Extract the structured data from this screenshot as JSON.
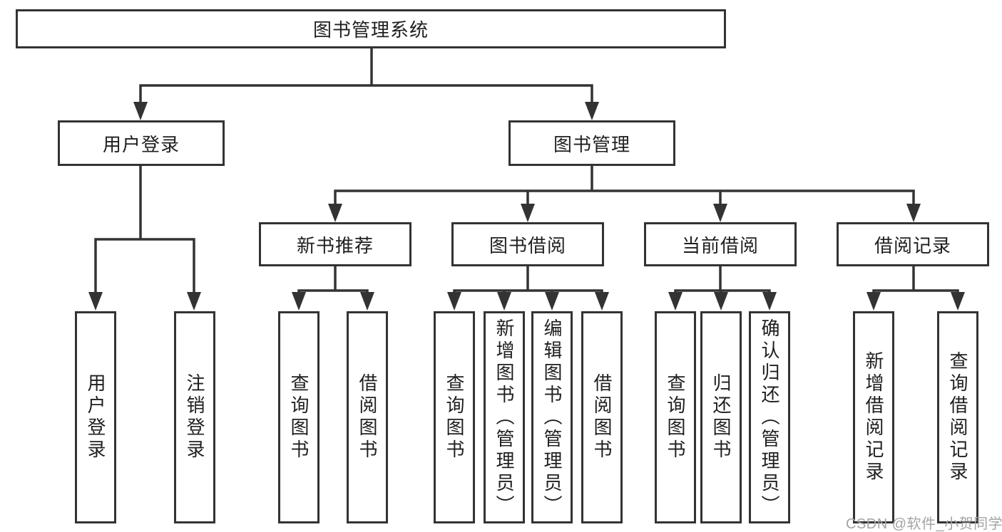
{
  "diagram": {
    "root": "图书管理系统",
    "branches": [
      {
        "label": "用户登录",
        "children": [
          "用户登录",
          "注销登录"
        ]
      },
      {
        "label": "图书管理",
        "groups": [
          {
            "label": "新书推荐",
            "children": [
              "查询图书",
              "借阅图书"
            ]
          },
          {
            "label": "图书借阅",
            "children": [
              "查询图书",
              "新增图书（管理员）",
              "编辑图书（管理员）",
              "借阅图书"
            ]
          },
          {
            "label": "当前借阅",
            "children": [
              "查询图书",
              "归还图书",
              "确认归还（管理员）"
            ]
          },
          {
            "label": "借阅记录",
            "children": [
              "新增借阅记录",
              "查询借阅记录"
            ]
          }
        ]
      }
    ]
  },
  "watermark": "CSDN @软件_小贺同学",
  "colors": {
    "line": "#333333",
    "box_border": "#333333",
    "text": "#1f1f1f",
    "watermark": "#a4a4a6",
    "background": "#ffffff"
  }
}
